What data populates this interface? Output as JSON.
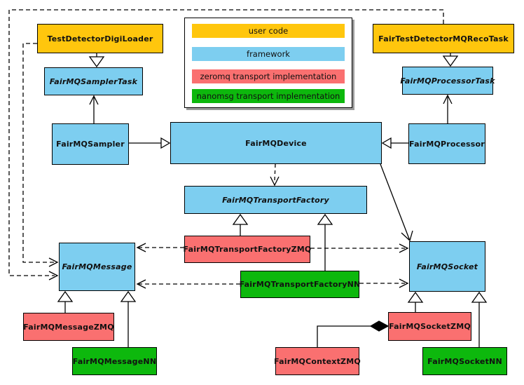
{
  "colors": {
    "user_code": "#FFC60D",
    "framework": "#7DCEF0",
    "zeromq_impl": "#FA7070",
    "nanomsg_impl": "#0DB80D",
    "line": "#000000",
    "legend_shadow": "#9A9A9A"
  },
  "legend": {
    "items": [
      {
        "label": "user code",
        "color": "#FFC60D"
      },
      {
        "label": "framework",
        "color": "#7DCEF0"
      },
      {
        "label": "zeromq transport implementation",
        "color": "#FA7070"
      },
      {
        "label": "nanomsg transport implementation",
        "color": "#0DB80D"
      }
    ]
  },
  "nodes": {
    "digiLoader": {
      "label": "TestDetectorDigiLoader",
      "category": "user code"
    },
    "recoTask": {
      "label": "FairTestDetectorMQRecoTask",
      "category": "user code"
    },
    "samplerTask": {
      "label": "FairMQSamplerTask",
      "category": "framework",
      "abstract": true
    },
    "processorTask": {
      "label": "FairMQProcessorTask",
      "category": "framework",
      "abstract": true
    },
    "sampler": {
      "label": "FairMQSampler",
      "category": "framework"
    },
    "device": {
      "label": "FairMQDevice",
      "category": "framework"
    },
    "processor": {
      "label": "FairMQProcessor",
      "category": "framework"
    },
    "transportFactory": {
      "label": "FairMQTransportFactory",
      "category": "framework",
      "abstract": true
    },
    "transportFactoryZMQ": {
      "label": "FairMQTransportFactoryZMQ",
      "category": "zeromq transport implementation"
    },
    "transportFactoryNN": {
      "label": "FairMQTransportFactoryNN",
      "category": "nanomsg transport implementation"
    },
    "message": {
      "label": "FairMQMessage",
      "category": "framework",
      "abstract": true
    },
    "messageZMQ": {
      "label": "FairMQMessageZMQ",
      "category": "zeromq transport implementation"
    },
    "messageNN": {
      "label": "FairMQMessageNN",
      "category": "nanomsg transport implementation"
    },
    "socket": {
      "label": "FairMQSocket",
      "category": "framework",
      "abstract": true
    },
    "socketZMQ": {
      "label": "FairMQSocketZMQ",
      "category": "zeromq transport implementation"
    },
    "socketNN": {
      "label": "FairMQSocketNN",
      "category": "nanomsg transport implementation"
    },
    "contextZMQ": {
      "label": "FairMQContextZMQ",
      "category": "zeromq transport implementation"
    }
  },
  "edges": [
    {
      "from": "TestDetectorDigiLoader",
      "to": "FairMQSamplerTask",
      "type": "inheritance"
    },
    {
      "from": "FairTestDetectorMQRecoTask",
      "to": "FairMQProcessorTask",
      "type": "inheritance"
    },
    {
      "from": "FairMQSampler",
      "to": "FairMQDevice",
      "type": "inheritance"
    },
    {
      "from": "FairMQProcessor",
      "to": "FairMQDevice",
      "type": "inheritance"
    },
    {
      "from": "FairMQSampler",
      "to": "FairMQSamplerTask",
      "type": "association"
    },
    {
      "from": "FairMQProcessor",
      "to": "FairMQProcessorTask",
      "type": "association"
    },
    {
      "from": "FairMQDevice",
      "to": "FairMQTransportFactory",
      "type": "dependency"
    },
    {
      "from": "FairMQDevice",
      "to": "FairMQSocket",
      "type": "association"
    },
    {
      "from": "FairMQTransportFactoryZMQ",
      "to": "FairMQTransportFactory",
      "type": "inheritance"
    },
    {
      "from": "FairMQTransportFactoryNN",
      "to": "FairMQTransportFactory",
      "type": "inheritance"
    },
    {
      "from": "FairMQTransportFactoryZMQ",
      "to": "FairMQMessage",
      "type": "dependency"
    },
    {
      "from": "FairMQTransportFactoryZMQ",
      "to": "FairMQSocket",
      "type": "dependency"
    },
    {
      "from": "FairMQTransportFactoryNN",
      "to": "FairMQMessage",
      "type": "dependency"
    },
    {
      "from": "FairMQTransportFactoryNN",
      "to": "FairMQSocket",
      "type": "dependency"
    },
    {
      "from": "FairMQMessageZMQ",
      "to": "FairMQMessage",
      "type": "inheritance"
    },
    {
      "from": "FairMQMessageNN",
      "to": "FairMQMessage",
      "type": "inheritance"
    },
    {
      "from": "FairMQSocketZMQ",
      "to": "FairMQSocket",
      "type": "inheritance"
    },
    {
      "from": "FairMQSocketNN",
      "to": "FairMQSocket",
      "type": "inheritance"
    },
    {
      "from": "FairMQContextZMQ",
      "to": "FairMQSocketZMQ",
      "type": "composition"
    },
    {
      "from": "TestDetectorDigiLoader",
      "to": "FairMQMessage",
      "type": "dependency"
    },
    {
      "from": "FairTestDetectorMQRecoTask",
      "to": "FairMQMessage",
      "type": "dependency"
    }
  ]
}
